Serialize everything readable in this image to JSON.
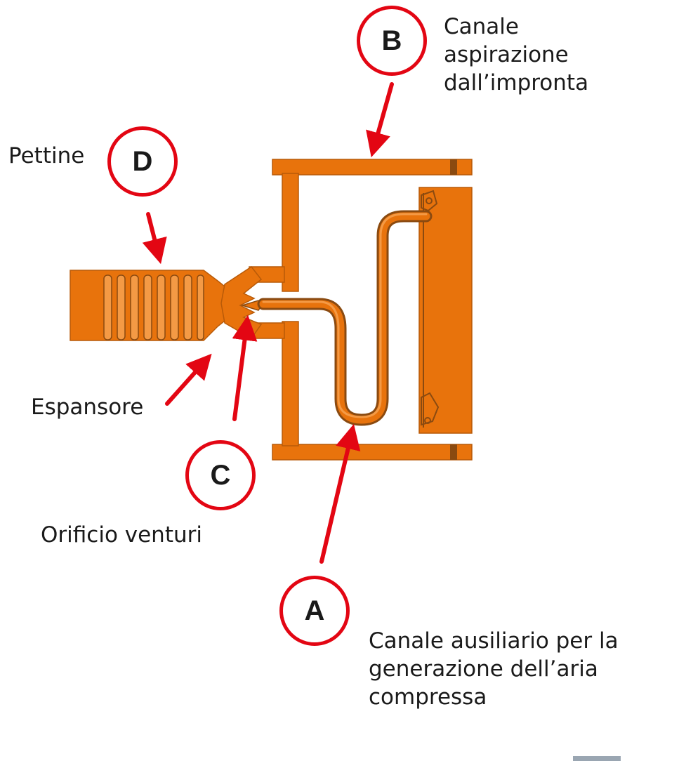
{
  "colors": {
    "mold": "#e8730c",
    "mold_dark": "#b85a08",
    "mold_light": "#f49a45",
    "arrow": "#e30613",
    "text": "#1a1a1a"
  },
  "markers": {
    "a": "A",
    "b": "B",
    "c": "C",
    "d": "D"
  },
  "labels": {
    "canale_aspirazione": "Canale\naspirazione\ndall’impronta",
    "pettine": "Pettine",
    "espansore": "Espansore",
    "orificio_venturi": "Orificio venturi",
    "canale_ausiliario": "Canale ausiliario per la\ngenerazione dell’aria\ncompressa"
  }
}
